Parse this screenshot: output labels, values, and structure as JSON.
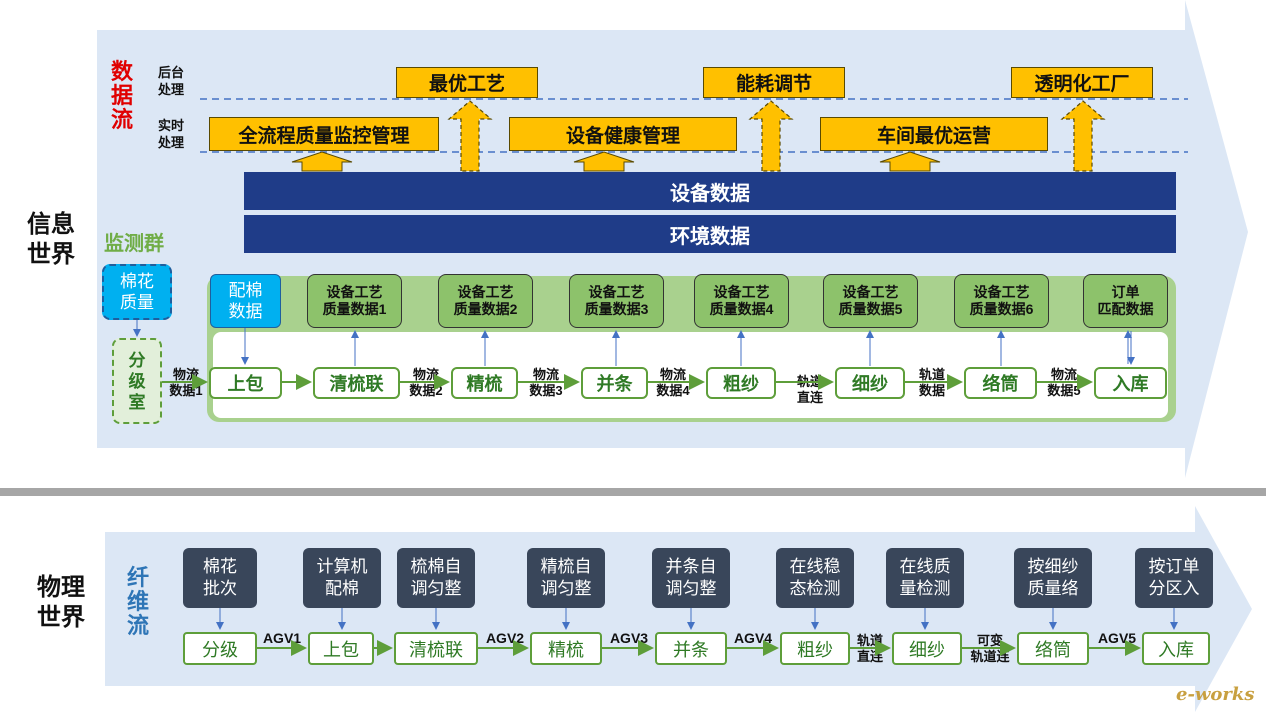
{
  "info_world": {
    "side_label": "信息\n世界",
    "data_flow": "数\n据\n流",
    "backend_label": "后台\n处理",
    "realtime_label": "实时\n处理",
    "backend_boxes": [
      "最优工艺",
      "能耗调节",
      "透明化工厂"
    ],
    "realtime_boxes": [
      "全流程质量监控管理",
      "设备健康管理",
      "车间最优运营"
    ],
    "bars": [
      "设备数据",
      "环境数据"
    ],
    "monitor_group": "监测群",
    "cotton_quality": "棉花\n质量",
    "grading_room": "分\n级\n室",
    "cotton_data": "配棉\n数据",
    "quality_boxes": [
      "设备工艺\n质量数据1",
      "设备工艺\n质量数据2",
      "设备工艺\n质量数据3",
      "设备工艺\n质量数据4",
      "设备工艺\n质量数据5",
      "设备工艺\n质量数据6",
      "订单\n匹配数据"
    ],
    "processes": [
      "上包",
      "清梳联",
      "精梳",
      "并条",
      "粗纱",
      "细纱",
      "络筒",
      "入库"
    ],
    "links": [
      "物流\n数据1",
      "物流\n数据2",
      "物流\n数据3",
      "物流\n数据4",
      "轨道\n直连",
      "轨道\n数据",
      "物流\n数据5"
    ]
  },
  "physical_world": {
    "side_label": "物理\n世界",
    "fiber_flow": "纤\n维\n流",
    "top_boxes": [
      "棉花\n批次",
      "计算机\n配棉",
      "梳棉自\n调匀整",
      "精梳自\n调匀整",
      "并条自\n调匀整",
      "在线稳\n态检测",
      "在线质\n量检测",
      "按细纱\n质量络",
      "按订单\n分区入"
    ],
    "processes": [
      "分级",
      "上包",
      "清梳联",
      "精梳",
      "并条",
      "粗纱",
      "细纱",
      "络筒",
      "入库"
    ],
    "links": [
      "AGV1",
      "",
      "AGV2",
      "AGV3",
      "AGV4",
      "轨道\n直连",
      "可变\n轨道连",
      "AGV5"
    ]
  },
  "logo": "e-works",
  "colors": {
    "orange": "#FFC000",
    "navy": "#1F3C88",
    "green": "#8DC26B",
    "cyan": "#00B0F0",
    "dark": "#39465A",
    "red": "#E00000",
    "blue": "#2E75B6"
  }
}
